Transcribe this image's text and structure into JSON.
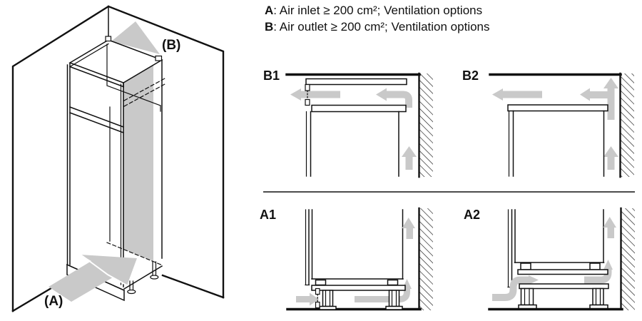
{
  "header": {
    "line_a": {
      "key": "A",
      "text": ": Air inlet ≥ 200 cm²; Ventilation options"
    },
    "line_b": {
      "key": "B",
      "text": ": Air outlet ≥ 200 cm²; Ventilation options"
    }
  },
  "overview": {
    "air_inlet_label": "(A)",
    "air_outlet_label": "(B)"
  },
  "panels": {
    "b1": {
      "label": "B1"
    },
    "b2": {
      "label": "B2"
    },
    "a1": {
      "label": "A1"
    },
    "a2": {
      "label": "A2"
    }
  },
  "colors": {
    "line": "#111111",
    "arrow": "#c9c9c9",
    "background": "#ffffff"
  }
}
